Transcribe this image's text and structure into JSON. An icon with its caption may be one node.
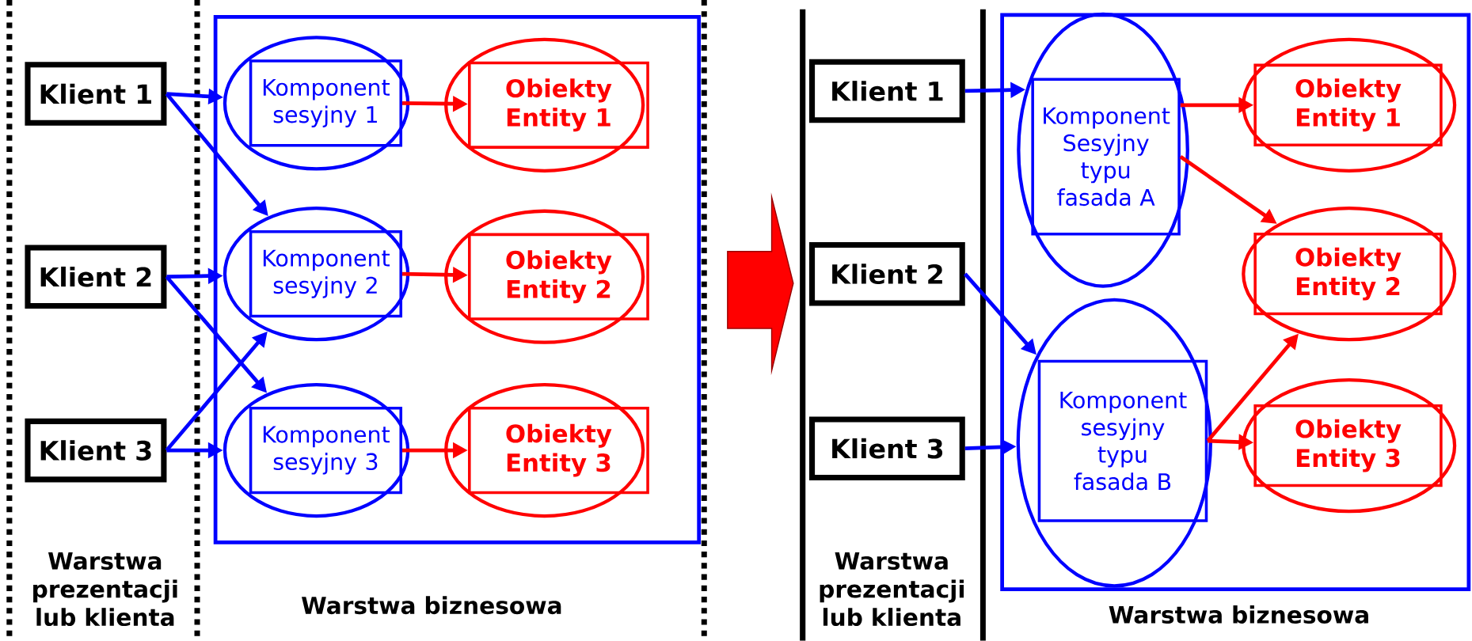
{
  "diagram": {
    "nodes": [
      {
        "text": [
          "Klient 1"
        ]
      },
      {
        "text": [
          "Klient 2"
        ]
      },
      {
        "text": [
          "Klient 3"
        ]
      },
      {
        "text": [],
        "shape": "box"
      },
      {
        "text": [],
        "shape": "ellipse",
        "in": 3
      },
      {
        "text": [
          "Komponent sesyjny 1"
        ],
        "in": 4
      },
      {
        "text": [],
        "shape": "ellipse",
        "in": 3
      },
      {
        "text": [
          "Komponent sesyjny 2"
        ],
        "in": 6
      },
      {
        "text": [],
        "shape": "ellipse",
        "in": 3
      },
      {
        "text": [
          "Komponent sesyjny 3"
        ],
        "in": 8
      },
      {
        "text": [],
        "shape": "ellipse",
        "in": 3
      },
      {
        "text": [
          "Obiekty Entity 1"
        ],
        "in": 10
      },
      {
        "text": [],
        "shape": "ellipse",
        "in": 3
      },
      {
        "text": [
          "Obiekty Entity 2"
        ],
        "in": 12
      },
      {
        "text": [],
        "shape": "ellipse",
        "in": 3
      },
      {
        "text": [
          "Obiekty Entity 3"
        ],
        "in": 14
      },
      {
        "text": [
          "Klient 1"
        ]
      },
      {
        "text": [
          "Klient 2"
        ]
      },
      {
        "text": [
          "Klient 3"
        ]
      },
      {
        "text": [],
        "shape": "box"
      },
      {
        "text": [],
        "shape": "ellipse",
        "in": 19
      },
      {
        "text": [
          "Komponent Sesyjny typu fasada A"
        ],
        "in": 20
      },
      {
        "text": [],
        "shape": "ellipse",
        "in": 19
      },
      {
        "text": [
          "Komponent sesyjny typu fasada B"
        ],
        "in": 22
      },
      {
        "text": [],
        "shape": "ellipse",
        "in": 19
      },
      {
        "text": [
          "Obiekty Entity 1"
        ],
        "in": 24
      },
      {
        "text": [],
        "shape": "ellipse",
        "in": 19
      },
      {
        "text": [
          "Obiekty Entity 2"
        ],
        "in": 26
      },
      {
        "text": [],
        "shape": "ellipse",
        "in": 19
      },
      {
        "text": [
          "Obiekty Entity 3"
        ],
        "in": 28
      }
    ],
    "edges": [
      {
        "from": 0,
        "to": 4,
        "arrow": "to"
      },
      {
        "from": 0,
        "to": 6,
        "arrow": "to"
      },
      {
        "from": 1,
        "to": 6,
        "arrow": "to"
      },
      {
        "from": 1,
        "to": 8,
        "arrow": "to"
      },
      {
        "from": 2,
        "to": 6,
        "arrow": "to"
      },
      {
        "from": 2,
        "to": 8,
        "arrow": "to"
      },
      {
        "from": 5,
        "to": 11,
        "arrow": "to",
        "color": "#ff0000"
      },
      {
        "from": 7,
        "to": 13,
        "arrow": "to",
        "color": "#ff0000"
      },
      {
        "from": 9,
        "to": 15,
        "arrow": "to",
        "color": "#ff0000"
      },
      {
        "from": 16,
        "to": 20,
        "arrow": "to"
      },
      {
        "from": 17,
        "to": 22,
        "arrow": "to"
      },
      {
        "from": 18,
        "to": 22,
        "arrow": "to"
      },
      {
        "from": 21,
        "to": 25,
        "arrow": "to",
        "color": "#ff0000"
      },
      {
        "from": 21,
        "to": 26,
        "arrow": "to",
        "color": "#ff0000"
      },
      {
        "from": 23,
        "to": 26,
        "arrow": "to",
        "color": "#ff0000"
      },
      {
        "from": 23,
        "to": 29,
        "arrow": "to",
        "color": "#ff0000"
      }
    ],
    "labels": [
      "Warstwa prezentacji lub klienta",
      "Warstwa biznesowa",
      "Warstwa prezentacji lub klienta",
      "Warstwa biznesowa"
    ]
  }
}
